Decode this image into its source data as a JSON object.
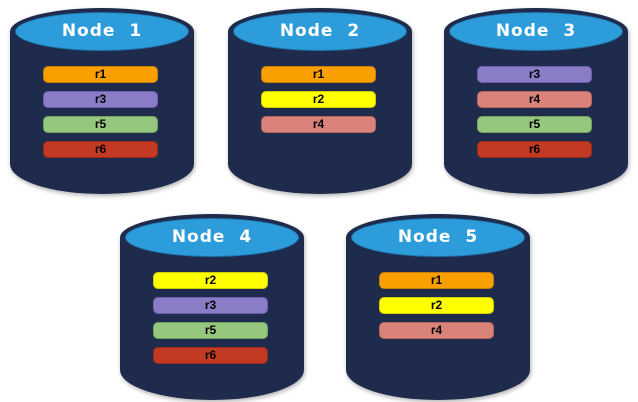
{
  "diagram": {
    "description_type": "database-cylinder-diagram",
    "background": "#ffffff"
  },
  "cylinder_colors": {
    "body": "#1f2b4d",
    "top": "#2d9cdb",
    "label_text": "#ffffff",
    "bar_text": "#000000"
  },
  "replica_colors": {
    "r1": {
      "fill": "#fa9f00",
      "border": "#c87e00"
    },
    "r2": {
      "fill": "#ffff00",
      "border": "#cfcf00"
    },
    "r3": {
      "fill": "#8a7cc6",
      "border": "#6d5fae"
    },
    "r4": {
      "fill": "#d9837b",
      "border": "#b4655d"
    },
    "r5": {
      "fill": "#96c77f",
      "border": "#73a45e"
    },
    "r6": {
      "fill": "#c23a23",
      "border": "#9a2c18"
    }
  },
  "nodes": [
    {
      "label": "Node 1",
      "replicas": [
        "r1",
        "r3",
        "r5",
        "r6"
      ]
    },
    {
      "label": "Node 2",
      "replicas": [
        "r1",
        "r2",
        "r4"
      ]
    },
    {
      "label": "Node 3",
      "replicas": [
        "r3",
        "r4",
        "r5",
        "r6"
      ]
    },
    {
      "label": "Node 4",
      "replicas": [
        "r2",
        "r3",
        "r5",
        "r6"
      ]
    },
    {
      "label": "Node 5",
      "replicas": [
        "r1",
        "r2",
        "r4"
      ]
    }
  ]
}
